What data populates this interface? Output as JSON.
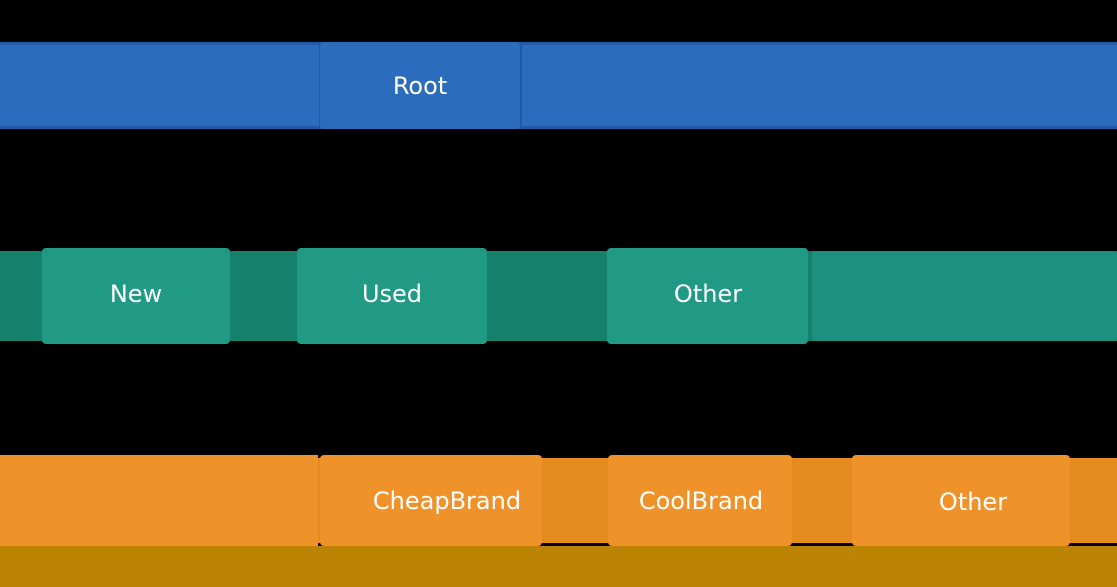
{
  "colors": {
    "background": "#000000",
    "text": "#ffffff",
    "level0_node": "#2b6cbd",
    "level0_bar": "#2059a6",
    "level1_node": "#209a84",
    "level1_node_dim": "#1d9180",
    "level1_bar": "#15806c",
    "level2_node": "#f0922a",
    "level2_bar": "#e58c1f",
    "bottom_strip": "#bd8404"
  },
  "chart_data": {
    "type": "icicle",
    "orientation": "top-down",
    "background": "black",
    "legend": "none",
    "levels": [
      {
        "depth": 0,
        "color": "#2b6cbd",
        "nodes": [
          {
            "label": "Root"
          }
        ]
      },
      {
        "depth": 1,
        "color": "#209a84",
        "nodes": [
          {
            "label": "New"
          },
          {
            "label": "Used"
          },
          {
            "label": "Other"
          }
        ]
      },
      {
        "depth": 2,
        "color": "#f0922a",
        "nodes": [
          {
            "label": "CheapBrand"
          },
          {
            "label": "CoolBrand"
          },
          {
            "label": "Other"
          }
        ]
      }
    ]
  }
}
